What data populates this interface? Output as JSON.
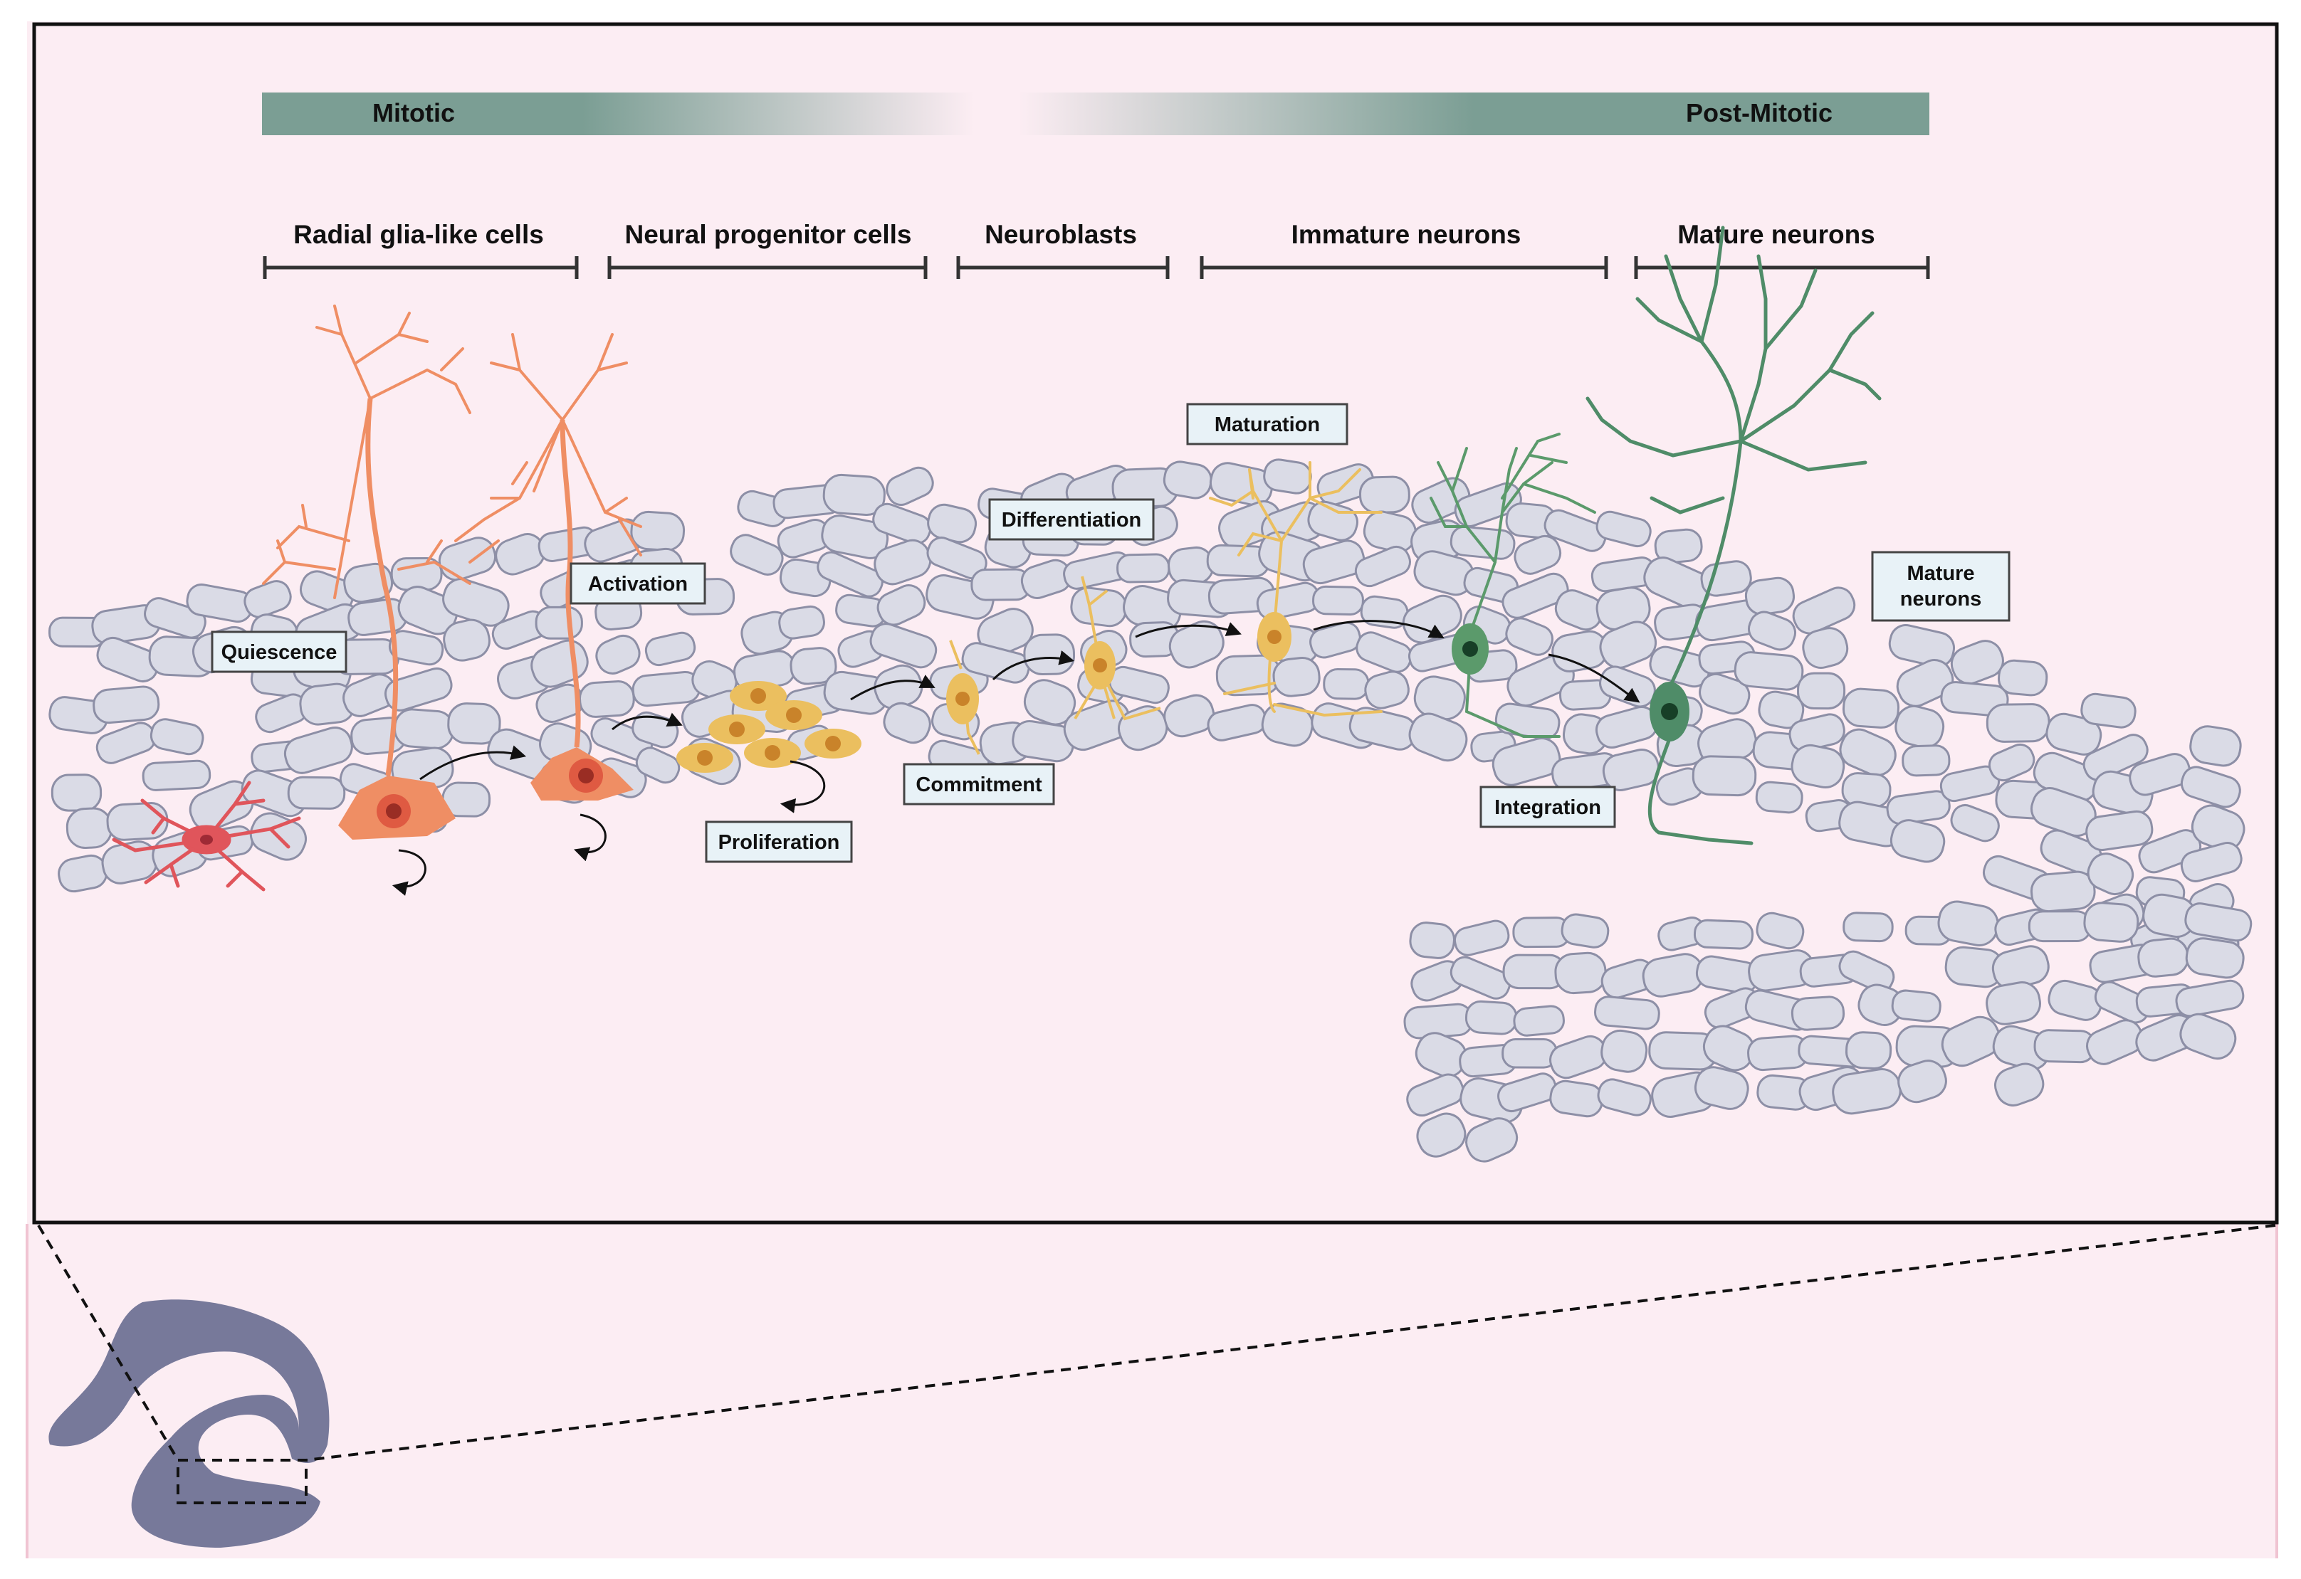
{
  "gradient_bar": {
    "left_label": "Mitotic",
    "right_label": "Post-Mitotic",
    "color": "#7b9e94"
  },
  "stages": [
    {
      "label": "Radial glia-like cells"
    },
    {
      "label": "Neural progenitor cells"
    },
    {
      "label": "Neuroblasts"
    },
    {
      "label": "Immature neurons"
    },
    {
      "label": "Mature neurons"
    }
  ],
  "process_labels": {
    "quiescence": "Quiescence",
    "activation": "Activation",
    "proliferation": "Proliferation",
    "commitment": "Commitment",
    "differentiation": "Differentiation",
    "maturation": "Maturation",
    "integration": "Integration",
    "mature_neurons_line1": "Mature",
    "mature_neurons_line2": "neurons"
  },
  "colors": {
    "panel_background": "#fcedf3",
    "cell_fill": "#dadbe6",
    "cell_stroke": "#8d8fa6",
    "astrocyte": "#e0555b",
    "radial_glia": "#ef8e64",
    "progenitor": "#ebbf5f",
    "immature_neuron": "#5b9a6b",
    "mature_neuron": "#4f8c68",
    "hippocampus": "#77799a"
  }
}
